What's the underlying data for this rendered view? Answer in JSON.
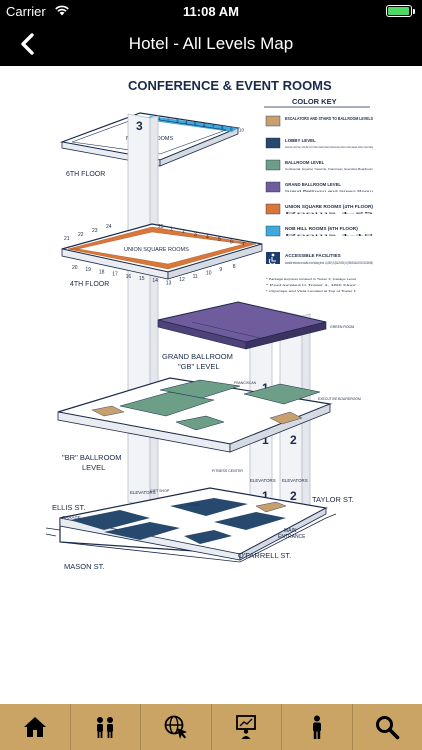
{
  "status_bar": {
    "carrier": "Carrier",
    "time": "11:08 AM",
    "battery_level": 0.95
  },
  "nav": {
    "title": "Hotel - All Levels Map",
    "back_icon": "chevron-left-icon"
  },
  "map": {
    "heading": "CONFERENCE & EVENT ROOMS",
    "color_key": {
      "title": "COLOR KEY",
      "items": [
        {
          "color": "#c8a070",
          "label": "ESCALATORS AND STAIRS TO BALLROOM LEVELS",
          "desc": ""
        },
        {
          "color": "#27496d",
          "label": "LOBBY LEVEL",
          "desc": "Golden Gate, Urban Tavern, Lobby Bar, Herb n' Kitchen, Peached, Plaza A-B and Executive Conference Center (Sausalito, Presidio, Sunset, Marina)"
        },
        {
          "color": "#6d9e88",
          "label": "BALLROOM LEVEL",
          "desc": "Continental, Imperial, Yosemite, Franciscan, Executive Boardroom"
        },
        {
          "color": "#6e5c9c",
          "label": "GRAND BALLROOM LEVEL",
          "desc": "Grand Ballroom and Green Room"
        },
        {
          "color": "#d9773a",
          "label": "UNION SQUARE ROOMS (4TH FLOOR)",
          "desc": "Rooms 1-25"
        },
        {
          "color": "#3fa9dc",
          "label": "NOB HILL ROOMS (6TH FLOOR)",
          "desc": "Rooms 1-10"
        }
      ],
      "accessible_title": "ACCESSIBLE FACILITIES",
      "accessible_desc": "Accessible restrooms are located on the following levels: L (LOBBY), B (BALLROOM), M (GRAND BALLROOM, MEZZANINE)",
      "notes": [
        "* Parkage Express located in Tower 3, Garage Level",
        "* Pool located in Tower 1, 16th Floor",
        "* Cityscape and Vista Located at Top of Tower 1"
      ]
    },
    "labels": {
      "nob_hill": "NOB HILL ROOMS",
      "sixth_floor": "6TH FLOOR",
      "union_square": "UNION SQUARE ROOMS",
      "fourth_floor": "4TH FLOOR",
      "grand_ballroom_1": "GRAND BALLROOM",
      "grand_ballroom_2": "\"GB\" LEVEL",
      "br_ballroom_1": "\"BR\" BALLROOM",
      "br_ballroom_2": "LEVEL",
      "ellis_st": "ELLIS ST.",
      "garage": "GARAGE",
      "mason_st": "MASON ST.",
      "ofarrell_st": "O'FARRELL ST.",
      "taylor_st": "TAYLOR ST.",
      "main_entrance_1": "MAIN",
      "main_entrance_2": "ENTRANCE",
      "elevators": "ELEVATORS",
      "fitness_center": "FITNESS CENTER",
      "green_room": "GREEN ROOM",
      "executive_boardroom": "EXECUTIVE BOARDROOM",
      "franciscan": "FRANCISCAN",
      "gift_shop": "GIFT SHOP",
      "plaza": "PLAZA"
    },
    "nob_hill_numbers": [
      "1",
      "2",
      "3",
      "4",
      "5",
      "6",
      "7",
      "8",
      "9",
      "10"
    ],
    "union_numbers_top": [
      "21",
      "22",
      "23",
      "24",
      "25",
      "1",
      "2",
      "3",
      "4",
      "5",
      "6",
      "7"
    ],
    "union_numbers_bottom": [
      "20",
      "19",
      "18",
      "17",
      "16",
      "15",
      "14",
      "13",
      "12",
      "11",
      "10",
      "9",
      "8"
    ],
    "tower_numbers": [
      "3",
      "3",
      "1",
      "2",
      "1",
      "2",
      "1",
      "2"
    ]
  },
  "tab_bar": {
    "tabs": [
      {
        "name": "home",
        "icon": "home-icon"
      },
      {
        "name": "people",
        "icon": "people-icon"
      },
      {
        "name": "globe",
        "icon": "globe-pointer-icon"
      },
      {
        "name": "presentation",
        "icon": "presentation-icon"
      },
      {
        "name": "person",
        "icon": "person-icon"
      },
      {
        "name": "search",
        "icon": "search-icon"
      }
    ]
  }
}
